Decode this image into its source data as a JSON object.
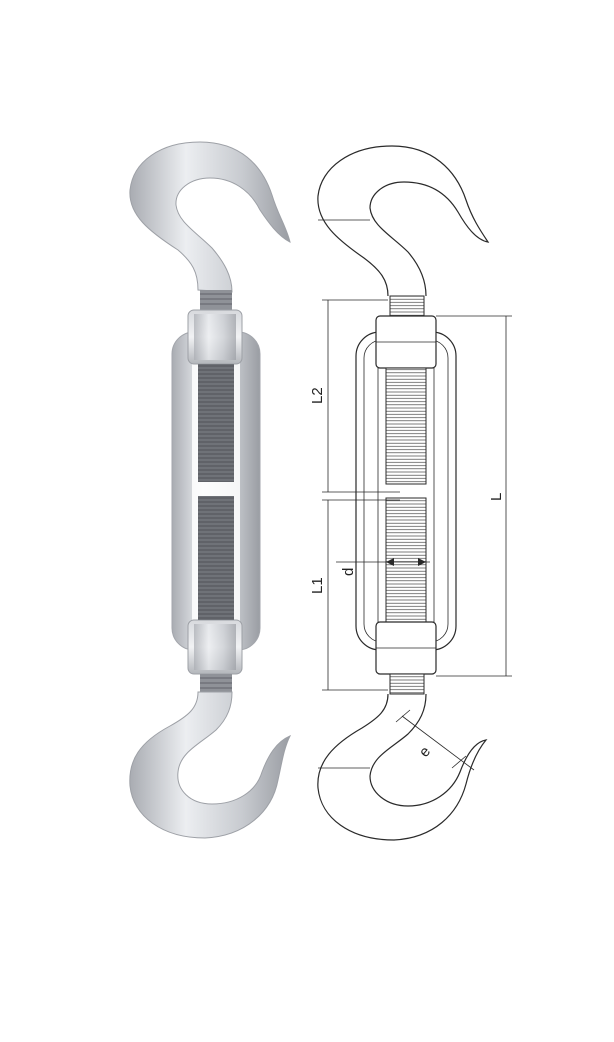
{
  "figure": {
    "dimension_labels": {
      "L": "L",
      "L1": "L1",
      "L2": "L2",
      "d": "d",
      "e": "e"
    }
  },
  "colors": {
    "background": "#ffffff",
    "metal_light": "#e2e4e8",
    "metal_mid": "#b9bcc2",
    "metal_dark": "#8a8d93",
    "line": "#2a2a2a"
  }
}
